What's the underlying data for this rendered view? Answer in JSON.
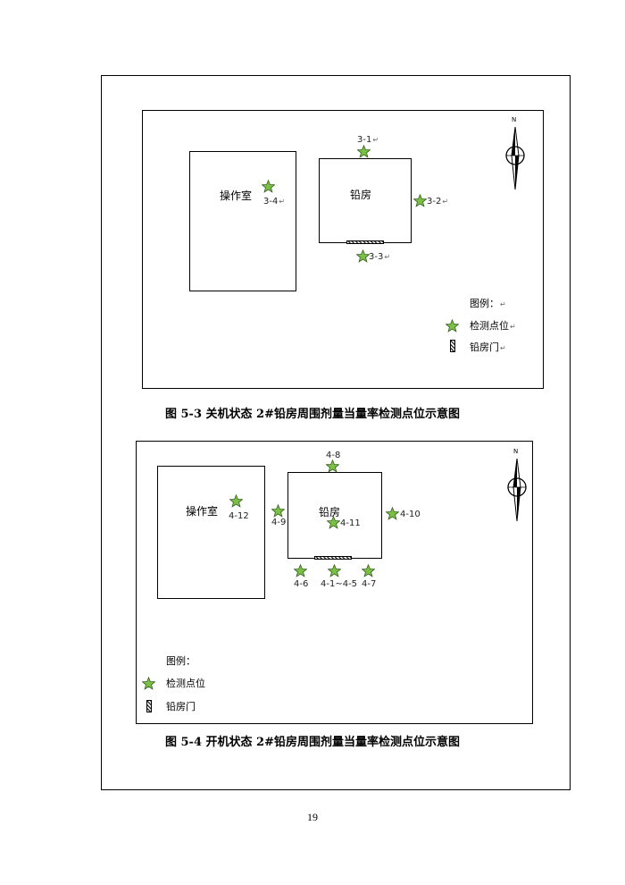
{
  "figure1": {
    "caption": "图 5-3  关机状态 2#铅房周围剂量当量率检测点位示意图",
    "compass_label": "N",
    "operation_room": "操作室",
    "lead_room": "铅房",
    "points": [
      "3-1",
      "3-2",
      "3-3",
      "3-4"
    ],
    "legend": {
      "title": "图例：",
      "point": "检测点位",
      "door": "铅房门"
    }
  },
  "figure2": {
    "caption": "图 5-4  开机状态 2#铅房周围剂量当量率检测点位示意图",
    "compass_label": "N",
    "operation_room": "操作室",
    "lead_room": "铅房",
    "points": [
      "4-8",
      "4-9",
      "4-10",
      "4-11",
      "4-12",
      "4-6",
      "4-1~4-5",
      "4-7"
    ],
    "legend": {
      "title": "图例：",
      "point": "检测点位",
      "door": "铅房门"
    }
  },
  "return_mark": "↵",
  "page_number": "19",
  "colors": {
    "star_fill": "#7bbf45",
    "star_stroke": "#2e5a1a"
  }
}
